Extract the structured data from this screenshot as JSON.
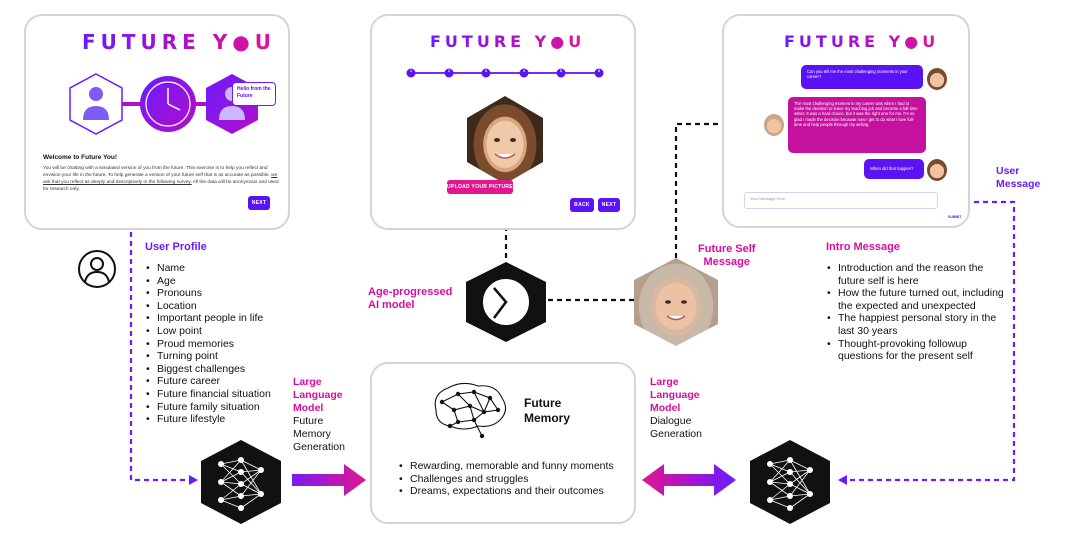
{
  "logo": "FUTURE Y●U",
  "panel1": {
    "bubble": "Hello from the Future",
    "welcome_title": "Welcome to Future You!",
    "welcome_body_1": "You will be chatting with a simulated version of you from the future. This exercise is to help you reflect and envision your life in the future. To help generate a version of your future self that is as accurate as possible, ",
    "welcome_body_underlined": "we ask that you reflect as deeply and descriptively in the following survey.",
    "welcome_body_2": " All the data will be anonymous and used for research only.",
    "next": "NEXT"
  },
  "panel2": {
    "steps": [
      "1",
      "2",
      "3",
      "4",
      "5",
      "6"
    ],
    "upload": "UPLOAD YOUR PICTURE",
    "back": "BACK",
    "next": "NEXT"
  },
  "panel3": {
    "msg1": "Can you tell me the most challenging moments in your career?",
    "msg2": "The most challenging moment in my career was when I had to make the decision to leave my teaching job and become a full-time writer. It was a hard choice, but it was the right one for me. I'm so glad I made the decision because now I get to do what I love full-time and help people through my writing.",
    "msg3": "When did that happen?",
    "input_placeholder": "Your Message Here",
    "submit": "SUBMIT"
  },
  "user_profile": {
    "title": "User Profile",
    "items": [
      "Name",
      "Age",
      "Pronouns",
      "Location",
      "Important people in life",
      "Low point",
      "Proud memories",
      "Turning point",
      "Biggest challenges",
      "Future career",
      "Future financial situation",
      "Future family situation",
      "Future lifestyle"
    ]
  },
  "age_model": {
    "line1": "Age-progressed",
    "line2": "AI model"
  },
  "future_self_message": {
    "line1": "Future Self",
    "line2": "Message"
  },
  "intro_message": {
    "title": "Intro Message",
    "items": [
      "Introduction and the reason the future self is here",
      "How the future turned out, including the expected and unexpected",
      "The happiest personal story in the last 30 years",
      "Thought-provoking followup questions for the present self"
    ]
  },
  "user_message": {
    "line1": "User",
    "line2": "Message"
  },
  "llm_left": {
    "line1": "Large",
    "line2": "Language",
    "line3": "Model",
    "sub1": "Future",
    "sub2": "Memory",
    "sub3": "Generation"
  },
  "llm_right": {
    "line1": "Large",
    "line2": "Language",
    "line3": "Model",
    "sub1": "Dialogue",
    "sub2": "Generation"
  },
  "future_memory": {
    "title_1": "Future",
    "title_2": "Memory",
    "items": [
      "Rewarding, memorable and funny moments",
      "Challenges and struggles",
      "Dreams, expectations and their outcomes"
    ]
  },
  "colors": {
    "purple": "#6a1bff",
    "magenta": "#d80da0",
    "pink": "#e0178f",
    "chip": "#111111"
  },
  "icons": [
    "user-profile-icon",
    "clock-icon",
    "brain-network-icon",
    "neural-network-icon"
  ]
}
